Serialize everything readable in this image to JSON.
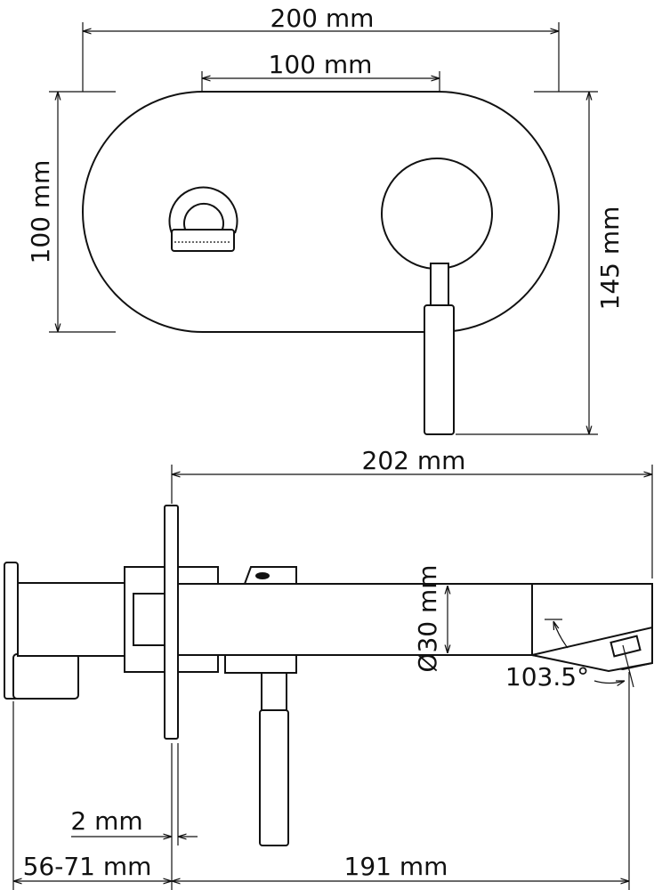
{
  "front_view": {
    "width_label": "200 mm",
    "center_distance_label": "100 mm",
    "plate_height_label": "100 mm",
    "total_height_label": "145 mm"
  },
  "side_view": {
    "length_label": "202 mm",
    "diameter_label": "Ø30 mm",
    "angle_label": "103.5°",
    "plate_thickness_label": "2 mm",
    "wall_depth_label": "56-71 mm",
    "projection_label": "191 mm"
  }
}
